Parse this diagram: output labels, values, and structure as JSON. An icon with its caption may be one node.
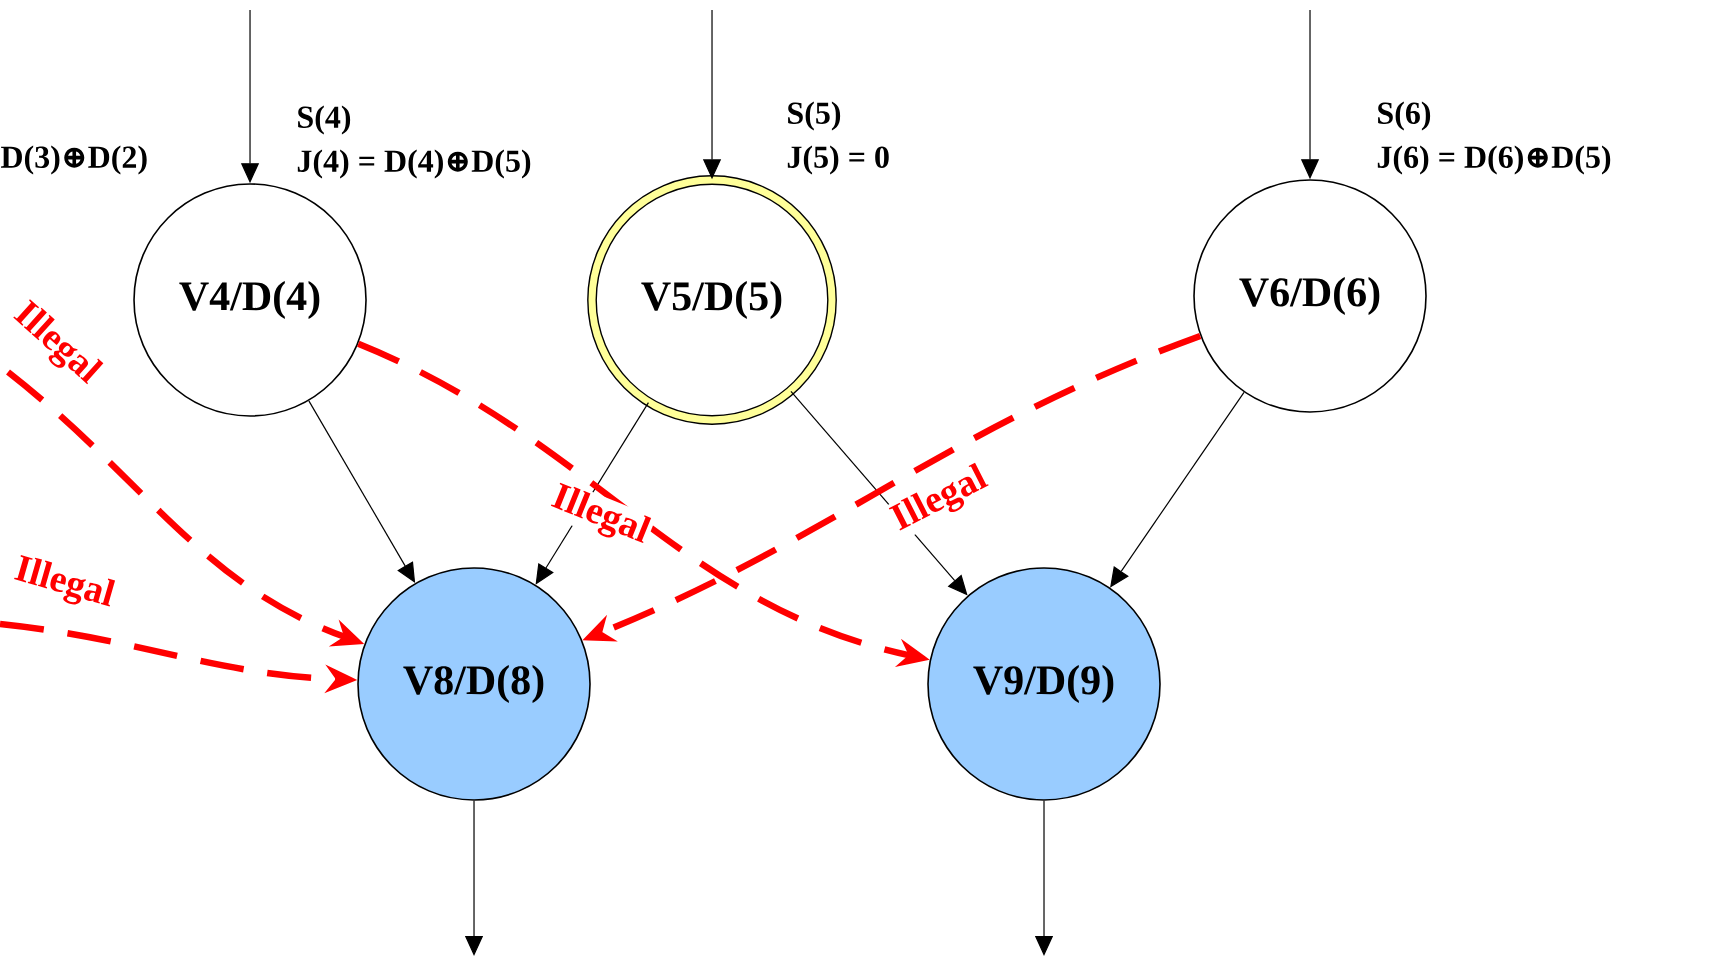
{
  "diagram": {
    "nodes": [
      {
        "text": [
          "V4/D(4)"
        ],
        "beside": [
          "S(4)",
          "J(4) = D(4)⊕D(5)"
        ]
      },
      {
        "text": [
          "V5/D(5)"
        ],
        "beside": [
          "S(5)",
          "J(5) = 0"
        ]
      },
      {
        "text": [
          "V6/D(6)"
        ],
        "beside": [
          "S(6)",
          "J(6) = D(6)⊕D(5)"
        ]
      },
      {
        "text": [
          "V8/D(8)"
        ]
      },
      {
        "text": [
          "V9/D(9)"
        ]
      }
    ],
    "edges": [
      {
        "from": null,
        "to": 0,
        "arrow": "to"
      },
      {
        "from": null,
        "to": 1,
        "arrow": "to"
      },
      {
        "from": null,
        "to": 2,
        "arrow": "to"
      },
      {
        "from": 0,
        "to": 3,
        "arrow": "to"
      },
      {
        "from": 1,
        "to": 3,
        "arrow": "to"
      },
      {
        "from": 1,
        "to": 4,
        "arrow": "to"
      },
      {
        "from": 2,
        "to": 4,
        "arrow": "to"
      },
      {
        "from": 3,
        "to": null,
        "arrow": "to"
      },
      {
        "from": 4,
        "to": null,
        "arrow": "to"
      },
      {
        "from": null,
        "to": 3,
        "arrow": "to",
        "label": "Illegal",
        "style": "dashed",
        "color": "#ff0000"
      },
      {
        "from": null,
        "to": 3,
        "arrow": "to",
        "label": "Illegal",
        "style": "dashed",
        "color": "#ff0000"
      },
      {
        "from": 0,
        "to": 4,
        "arrow": "to",
        "label": "Illegal",
        "style": "dashed",
        "color": "#ff0000"
      },
      {
        "from": 2,
        "to": 3,
        "arrow": "to",
        "label": "Illegal",
        "style": "dashed",
        "color": "#ff0000"
      }
    ],
    "labels": [
      "D(3)⊕D(2)"
    ]
  }
}
